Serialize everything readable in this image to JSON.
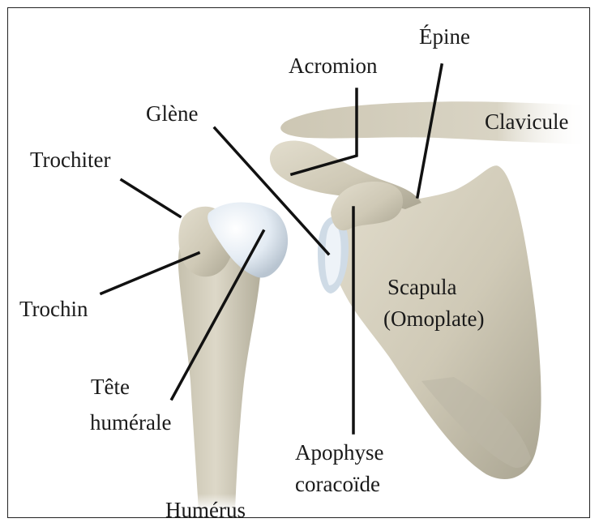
{
  "labels": {
    "epine": "Épine",
    "acromion": "Acromion",
    "glene": "Glène",
    "clavicule": "Clavicule",
    "trochiter": "Trochiter",
    "trochin": "Trochin",
    "scapula": "Scapula",
    "omoplate": "(Omoplate)",
    "tete": "Tête",
    "humerale": "humérale",
    "apophyse": "Apophyse",
    "coracoide": "coracoïde",
    "humerus": "Humérus"
  },
  "colors": {
    "bone": "#d6d1c0",
    "bone_shadow": "#a7a291",
    "cartilage": "#e6eef6",
    "leader": "#111111"
  }
}
